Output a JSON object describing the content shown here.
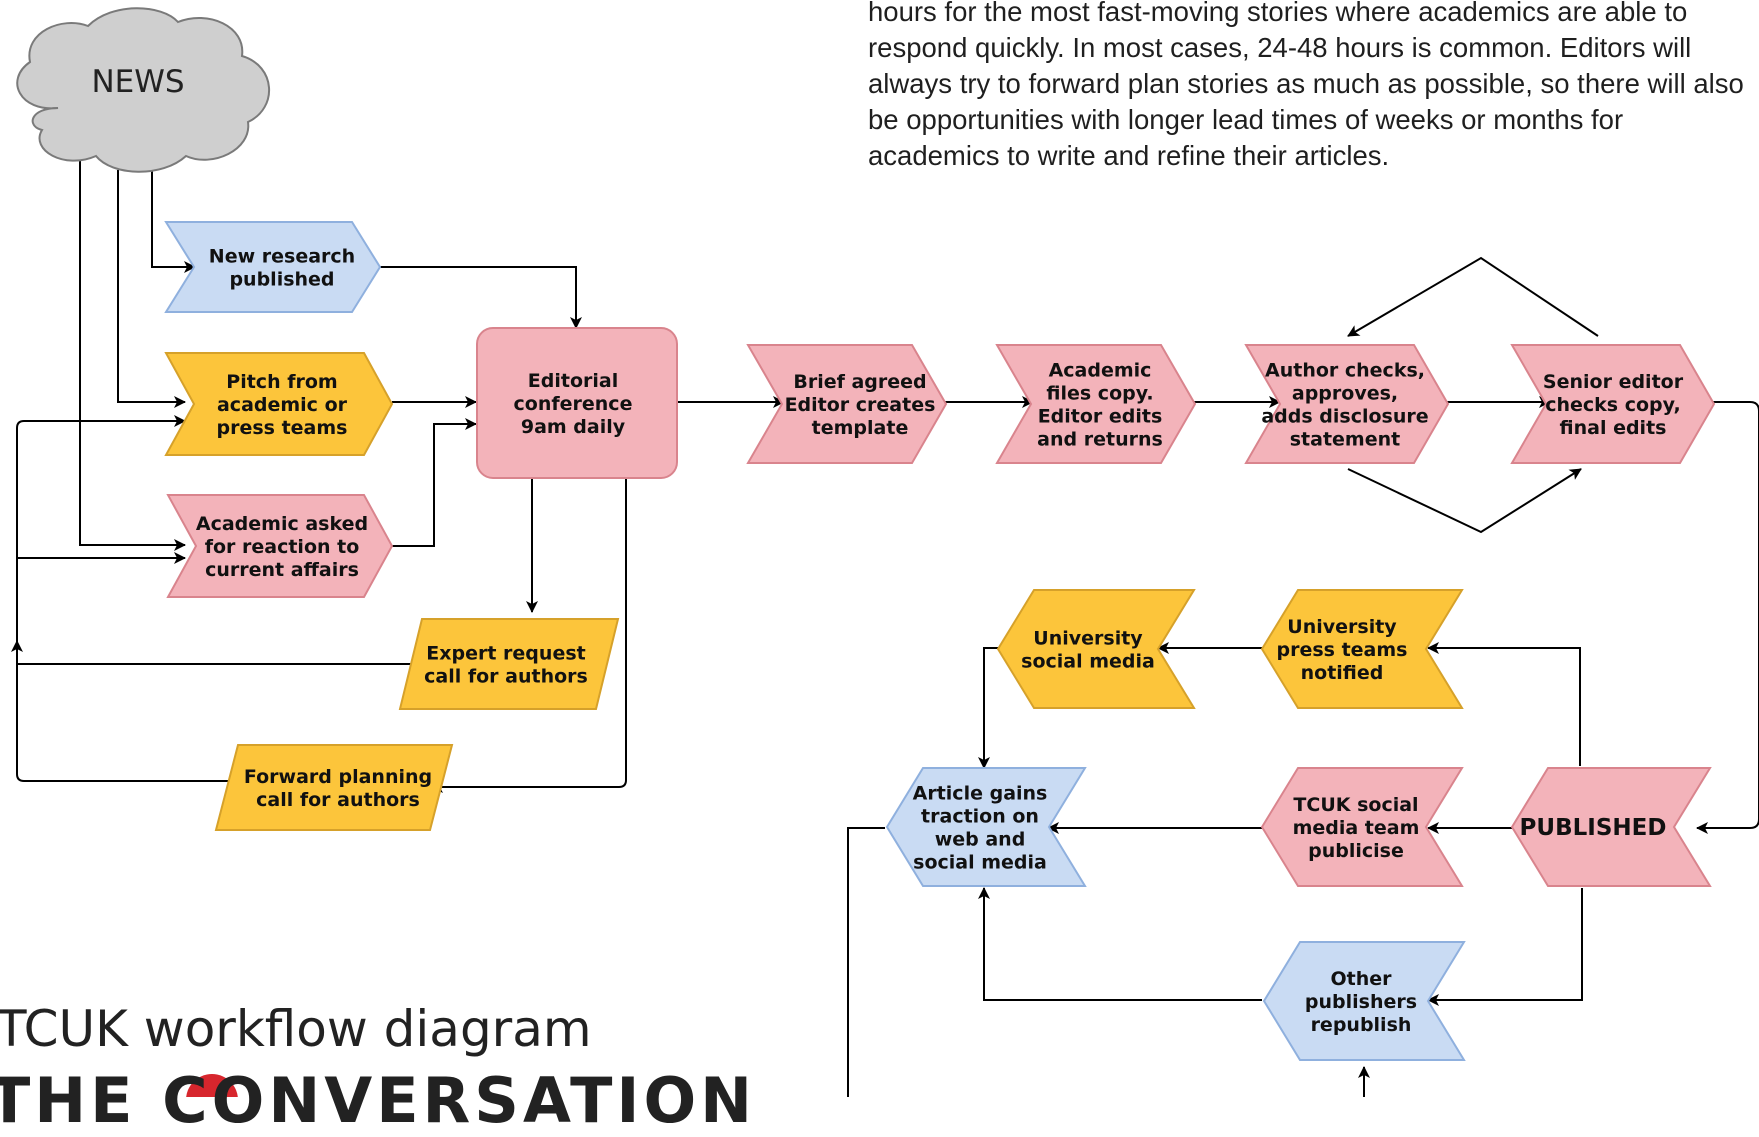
{
  "intro_text": "hours for the most fast-moving stories where academics are able to respond quickly. In most cases, 24-48 hours is common. Editors will always try to forward plan stories as much as possible, so there will also be opportunities with longer lead times of weeks or months for academics to write and refine their articles.",
  "caption": "TCUK workflow diagram",
  "logo_text": "THE CONVERSATION",
  "colors": {
    "blue_fill": "#c9dbf3",
    "blue_stroke": "#8fb0de",
    "yellow_fill": "#fcc53b",
    "yellow_stroke": "#d6a12a",
    "pink_fill": "#f3b3ba",
    "pink_stroke": "#d9848d",
    "cloud_fill": "#cfcfcf",
    "arrow": "#000000",
    "logo_dot": "#d7262d"
  },
  "nodes": {
    "news": {
      "label": "NEWS"
    },
    "new_research": {
      "lines": [
        "New research",
        "published"
      ]
    },
    "pitch": {
      "lines": [
        "Pitch from",
        "academic or",
        "press teams"
      ]
    },
    "academic_reaction": {
      "lines": [
        "Academic asked",
        "for reaction to",
        "current affairs"
      ]
    },
    "editorial_conference": {
      "lines": [
        "Editorial",
        "conference",
        "9am daily"
      ]
    },
    "expert_request": {
      "lines": [
        "Expert request",
        "call for authors"
      ]
    },
    "forward_planning": {
      "lines": [
        "Forward planning",
        "call for authors"
      ]
    },
    "brief_agreed": {
      "lines": [
        "Brief agreed",
        "Editor creates",
        "template"
      ]
    },
    "academic_files": {
      "lines": [
        "Academic",
        "files copy.",
        "Editor edits",
        "and returns"
      ]
    },
    "author_checks": {
      "lines": [
        "Author checks,",
        "approves,",
        "adds disclosure",
        "statement"
      ]
    },
    "senior_editor": {
      "lines": [
        "Senior editor",
        "checks copy,",
        "final edits"
      ]
    },
    "published": {
      "label": "PUBLISHED"
    },
    "uni_press": {
      "lines": [
        "University",
        "press teams",
        "notified"
      ]
    },
    "uni_social": {
      "lines": [
        "University",
        "social media"
      ]
    },
    "tcuk_social": {
      "lines": [
        "TCUK social",
        "media team",
        "publicise"
      ]
    },
    "article_traction": {
      "lines": [
        "Article gains",
        "traction on",
        "web and",
        "social media"
      ]
    },
    "other_publishers": {
      "lines": [
        "Other",
        "publishers",
        "republish"
      ]
    }
  }
}
